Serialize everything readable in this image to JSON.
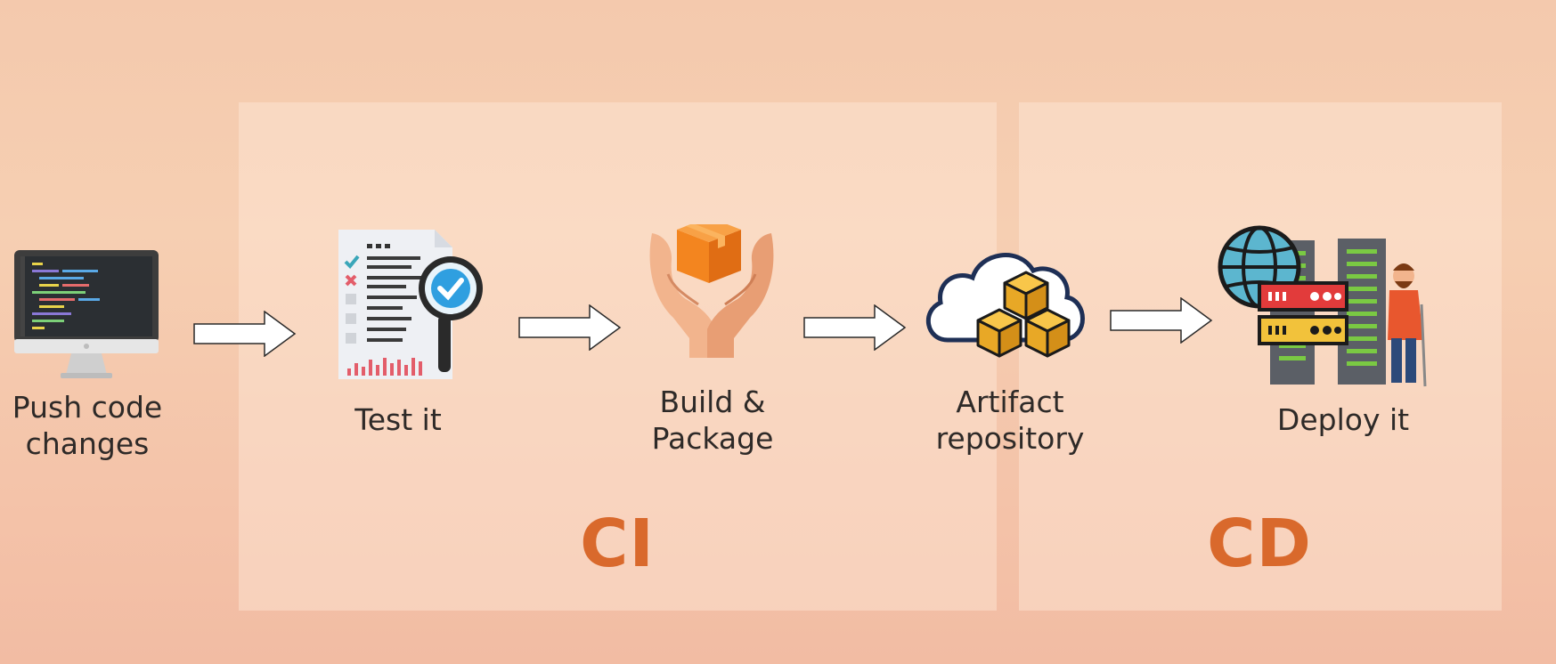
{
  "steps": [
    {
      "label": "Push code\nchanges",
      "icon": "monitor-code-icon"
    },
    {
      "label": "Test it",
      "icon": "test-report-icon"
    },
    {
      "label": "Build &\nPackage",
      "icon": "package-hands-icon"
    },
    {
      "label": "Artifact\nrepository",
      "icon": "cloud-boxes-icon"
    },
    {
      "label": "Deploy it",
      "icon": "server-deploy-icon"
    }
  ],
  "sections": {
    "ci": "CI",
    "cd": "CD"
  },
  "colors": {
    "accent": "#d9692c",
    "text": "#2e2a28"
  }
}
